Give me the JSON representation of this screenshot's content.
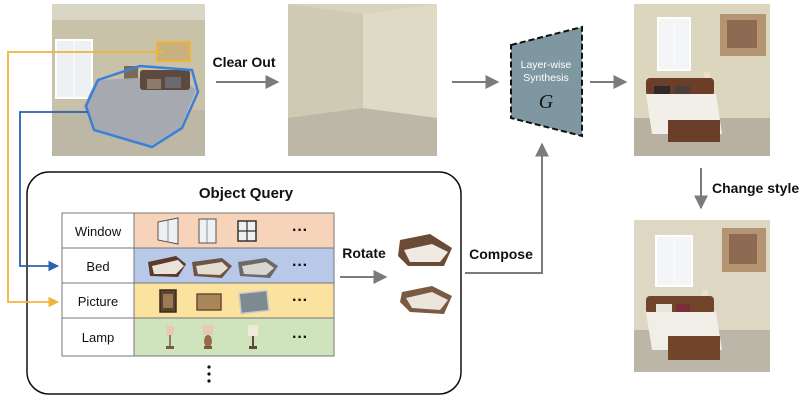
{
  "labels": {
    "clear_out": "Clear Out",
    "generator_line1": "Layer-wise",
    "generator_line2": "Synthesis",
    "generator_symbol": "G",
    "change_style": "Change style",
    "object_query": "Object Query",
    "rotate": "Rotate",
    "compose": "Compose",
    "ellipsis": "···"
  },
  "query_rows": [
    {
      "label": "Window",
      "color": "#f6d3b9"
    },
    {
      "label": "Bed",
      "color": "#b8c8e8"
    },
    {
      "label": "Picture",
      "color": "#fbe29f"
    },
    {
      "label": "Lamp",
      "color": "#cfe3bd"
    }
  ],
  "colors": {
    "arrow_gray": "#7b7b7b",
    "arrow_blue": "#2a62b0",
    "arrow_yellow": "#f0b43a",
    "generator_fill": "#7e97a0"
  }
}
